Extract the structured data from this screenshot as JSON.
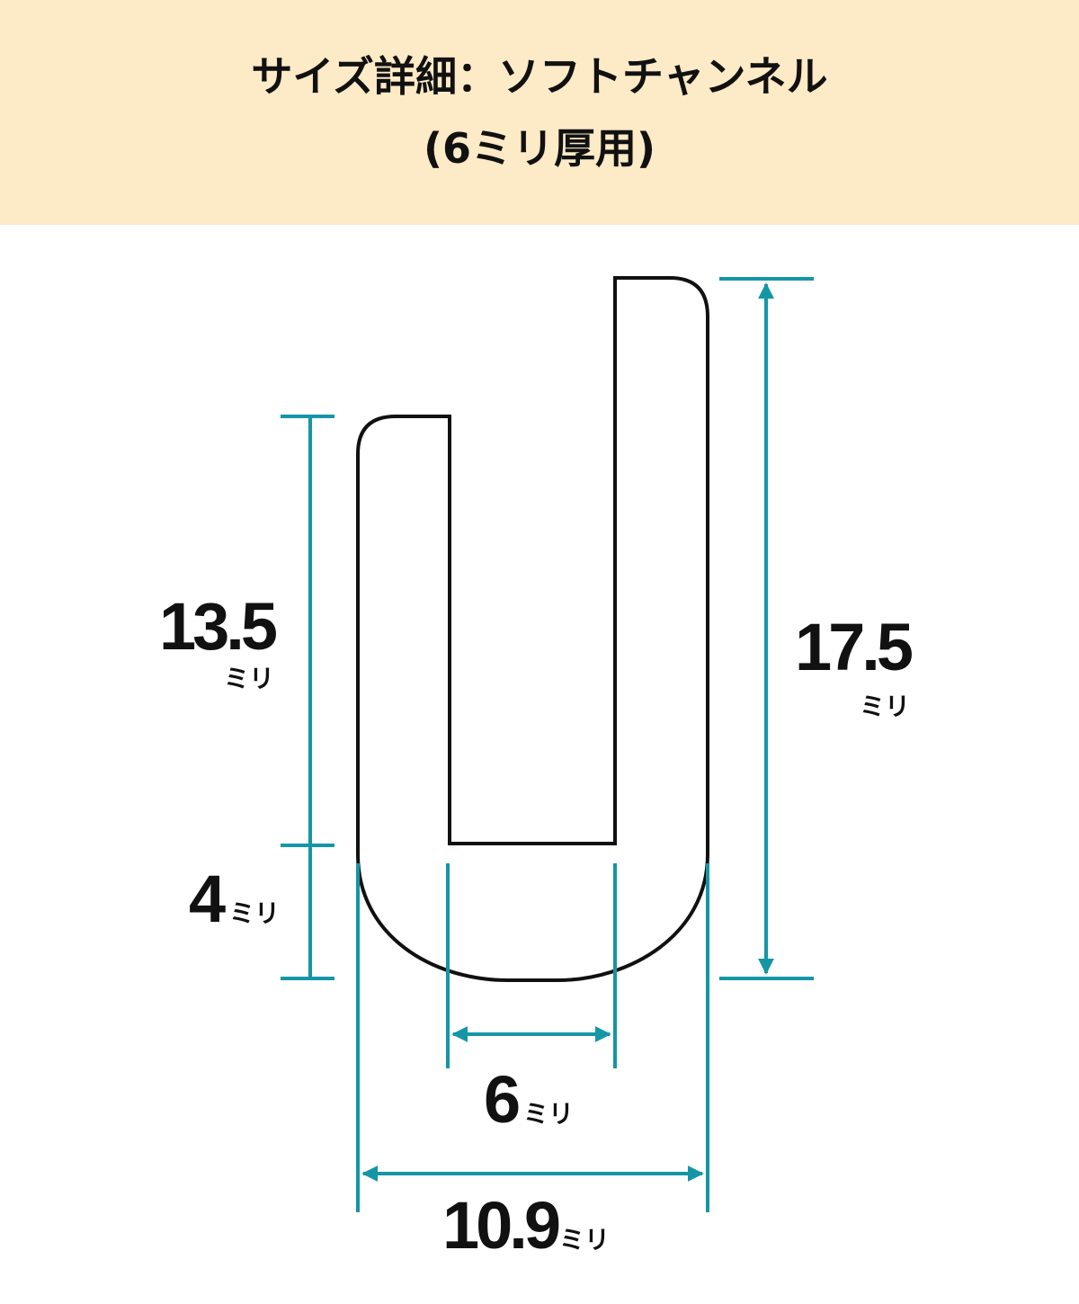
{
  "title": {
    "line1": "サイズ詳細：ソフトチャンネル",
    "line2": "(6ミリ厚用)"
  },
  "colors": {
    "dimension": "#1496a6",
    "outline": "#111111",
    "header_bg": "#fdeac6"
  },
  "dimensions": {
    "inner_height": {
      "value": "13.5",
      "unit": "ミリ"
    },
    "total_height": {
      "value": "17.5",
      "unit": "ミリ"
    },
    "bottom_thickness": {
      "value": "4",
      "unit": "ミリ"
    },
    "inner_width": {
      "value": "6",
      "unit": "ミリ"
    },
    "total_width": {
      "value": "10.9",
      "unit": "ミリ"
    }
  }
}
